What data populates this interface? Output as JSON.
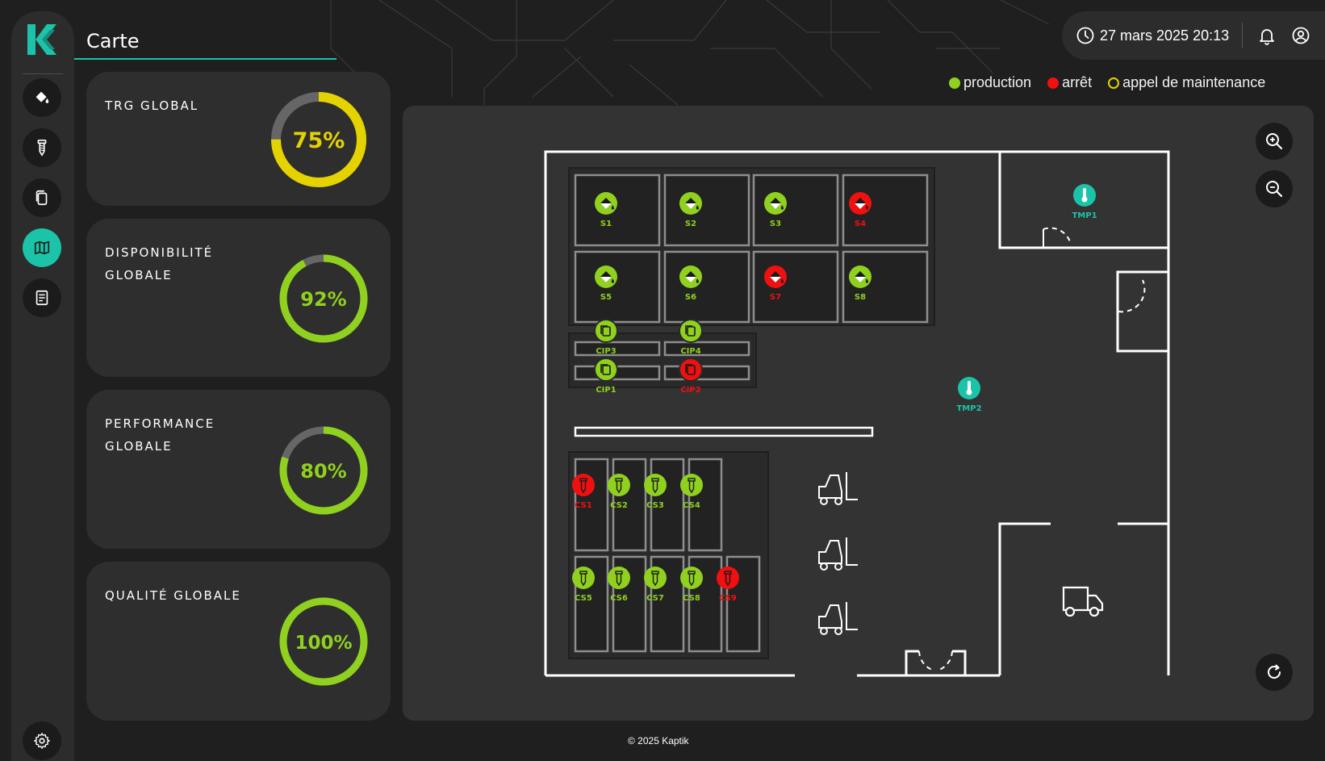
{
  "header": {
    "title": "Carte",
    "datetime": "27 mars 2025 20:13"
  },
  "icons": {
    "logo": "kaptik-logo",
    "nav": [
      "paint-bucket-icon",
      "screw-icon",
      "copy-icon",
      "map-icon",
      "report-icon"
    ],
    "settings": "gear-icon",
    "clock": "clock-icon",
    "bell": "bell-icon",
    "user": "user-circle-icon",
    "zoom_in": "zoom-in-icon",
    "zoom_out": "zoom-out-icon",
    "refresh": "refresh-icon"
  },
  "colors": {
    "accent": "#1bc4a8",
    "production": "#8fd11e",
    "stop": "#f01010",
    "maintenance": "#e4d300",
    "trg_ring": "#e4d300"
  },
  "legend": [
    {
      "label": "production",
      "status": "production"
    },
    {
      "label": "arrêt",
      "status": "stop"
    },
    {
      "label": "appel de maintenance",
      "status": "maintenance"
    }
  ],
  "kpis": [
    {
      "id": "trg",
      "title": "TRG GLOBAL",
      "value": 75,
      "value_label": "75%",
      "color": "#e4d300"
    },
    {
      "id": "dispo",
      "title": "DISPONIBILITÉ GLOBALE",
      "value": 92,
      "value_label": "92%",
      "color": "#8fd11e"
    },
    {
      "id": "perf",
      "title": "PERFORMANCE GLOBALE",
      "value": 80,
      "value_label": "80%",
      "color": "#8fd11e"
    },
    {
      "id": "qual",
      "title": "QUALITÉ GLOBALE",
      "value": 100,
      "value_label": "100%",
      "color": "#8fd11e"
    }
  ],
  "machines": {
    "silos": [
      {
        "label": "S1",
        "status": "production"
      },
      {
        "label": "S2",
        "status": "production"
      },
      {
        "label": "S3",
        "status": "production"
      },
      {
        "label": "S4",
        "status": "stop"
      },
      {
        "label": "S5",
        "status": "production"
      },
      {
        "label": "S6",
        "status": "production"
      },
      {
        "label": "S7",
        "status": "stop"
      },
      {
        "label": "S8",
        "status": "production"
      }
    ],
    "cip": [
      {
        "label": "CIP3",
        "status": "production"
      },
      {
        "label": "CIP4",
        "status": "production"
      },
      {
        "label": "CIP1",
        "status": "production"
      },
      {
        "label": "CIP2",
        "status": "stop"
      }
    ],
    "cs": [
      {
        "label": "CS1",
        "status": "stop"
      },
      {
        "label": "CS2",
        "status": "production"
      },
      {
        "label": "CS3",
        "status": "production"
      },
      {
        "label": "CS4",
        "status": "production"
      },
      {
        "label": "CS5",
        "status": "production"
      },
      {
        "label": "CS6",
        "status": "production"
      },
      {
        "label": "CS7",
        "status": "production"
      },
      {
        "label": "CS8",
        "status": "production"
      },
      {
        "label": "CS9",
        "status": "stop"
      }
    ],
    "sensors": [
      {
        "label": "TMP1"
      },
      {
        "label": "TMP2"
      }
    ]
  },
  "footer": "© 2025 Kaptik"
}
